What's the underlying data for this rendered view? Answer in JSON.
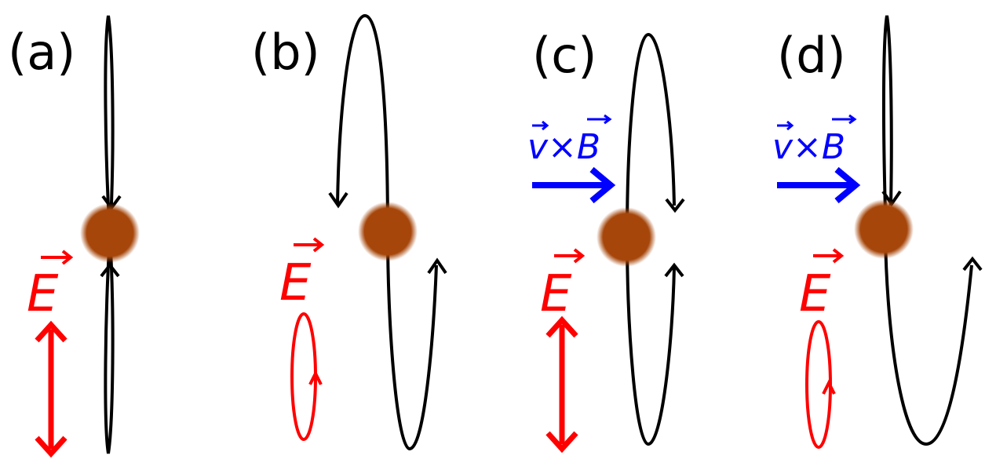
{
  "colors": {
    "trajectory": "#000000",
    "efield": "#ff0000",
    "force": "#0000ff",
    "particle": "#a6460a"
  },
  "panels": [
    {
      "label": "(a)",
      "efield_label": "E",
      "force_label": "",
      "polarization": "linear"
    },
    {
      "label": "(b)",
      "efield_label": "E",
      "force_label": "",
      "polarization": "circular"
    },
    {
      "label": "(c)",
      "efield_label": "E",
      "force_label": "v×B",
      "polarization": "linear"
    },
    {
      "label": "(d)",
      "efield_label": "E",
      "force_label": "v×B",
      "polarization": "circular"
    }
  ]
}
